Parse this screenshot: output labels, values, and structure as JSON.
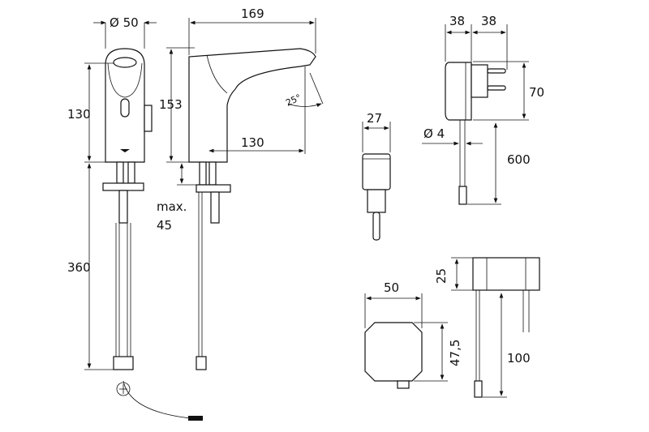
{
  "title": "Electronic basin tap with power supply - dimension drawing",
  "dimensions": {
    "front_diameter": "Ø 50",
    "front_height": "130",
    "pipe_length": "360",
    "side_length": "169",
    "side_height": "153",
    "spout_reach": "130",
    "spout_angle": "25°",
    "max_label": "max.",
    "max_value": "45",
    "plug_width": "27",
    "adapter_depth_a": "38",
    "adapter_depth_b": "38",
    "adapter_height": "70",
    "cable_diameter": "Ø 4",
    "cable_length": "600",
    "box_width": "50",
    "box_height": "47,5",
    "box_depth": "25",
    "box_cable_length": "100"
  }
}
